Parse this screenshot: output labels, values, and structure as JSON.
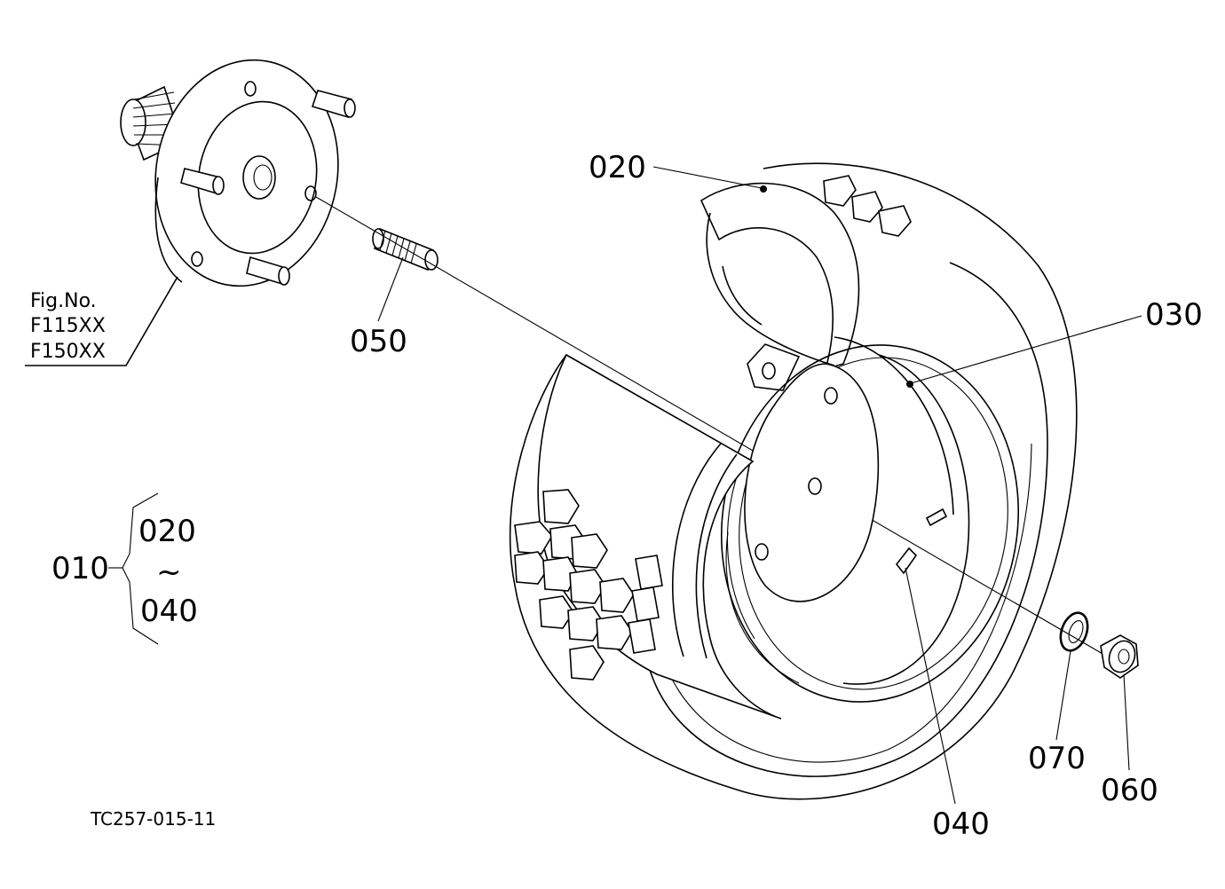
{
  "figure_ref": {
    "line1": "Fig.No.",
    "line2": "F115XX",
    "line3": "F150XX"
  },
  "callouts": {
    "p020": "020",
    "p030": "030",
    "p040": "040",
    "p050": "050",
    "p060": "060",
    "p070": "070"
  },
  "assembly": {
    "parent": "010",
    "from": "020",
    "tilde": "~",
    "to": "040"
  },
  "drawing_code": "TC257-015-11"
}
